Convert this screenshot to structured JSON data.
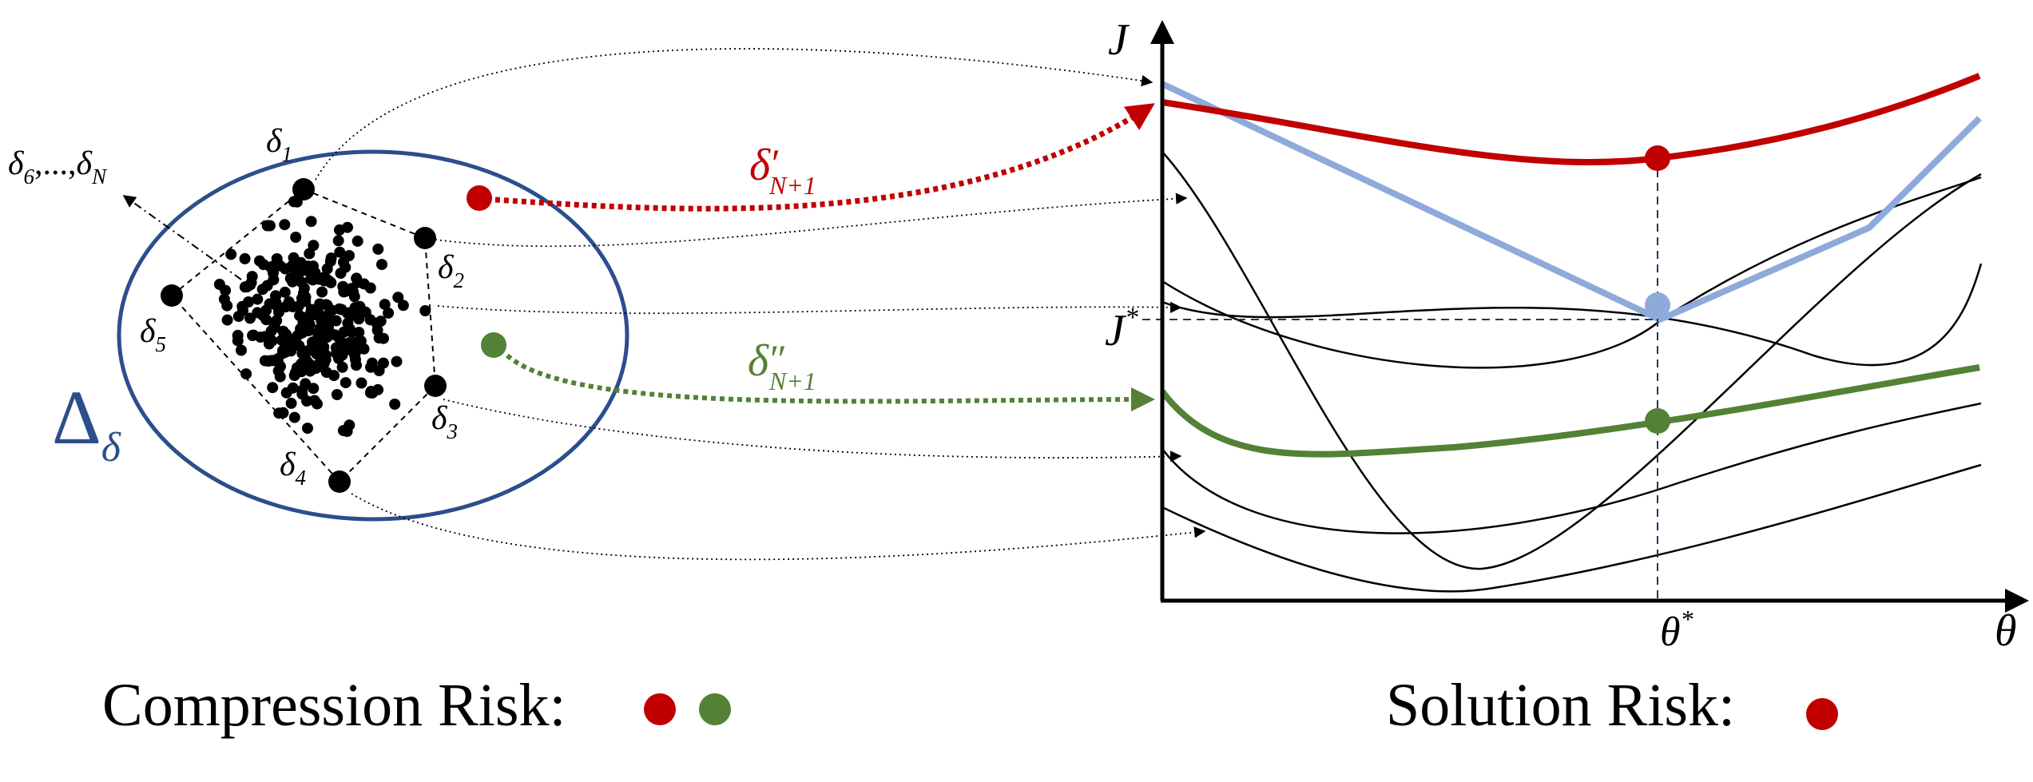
{
  "colors": {
    "black": "#000000",
    "blue_ellipse": "#2b4e8c",
    "light_blue": "#8eaadb",
    "red": "#c00000",
    "green": "#538135",
    "dash_blue": "#1f3864"
  },
  "left": {
    "set_label_symbol": "Δ",
    "set_label_subscript": "δ",
    "scenario_labels": [
      {
        "base": "δ",
        "sub": "1"
      },
      {
        "base": "δ",
        "sub": "2"
      },
      {
        "base": "δ",
        "sub": "3"
      },
      {
        "base": "δ",
        "sub": "4"
      },
      {
        "base": "δ",
        "sub": "5"
      }
    ],
    "more_label_prefix": "δ",
    "more_label_prefix_sub": "6",
    "more_label_mid": ",...,",
    "more_label_suffix": "δ",
    "more_label_suffix_sub": "N",
    "red_new_label": {
      "base": "δ",
      "prime": "′",
      "sub": "N+1"
    },
    "green_new_label": {
      "base": "δ",
      "prime": "″",
      "sub": "N+1"
    }
  },
  "right": {
    "y_axis_label": "J",
    "x_axis_label": "θ",
    "j_star_label": "J",
    "j_star_sup": "*",
    "theta_star_label": "θ",
    "theta_star_sup": "*"
  },
  "bottom": {
    "compression_risk_label": "Compression Risk:",
    "solution_risk_label": "Solution Risk:"
  }
}
